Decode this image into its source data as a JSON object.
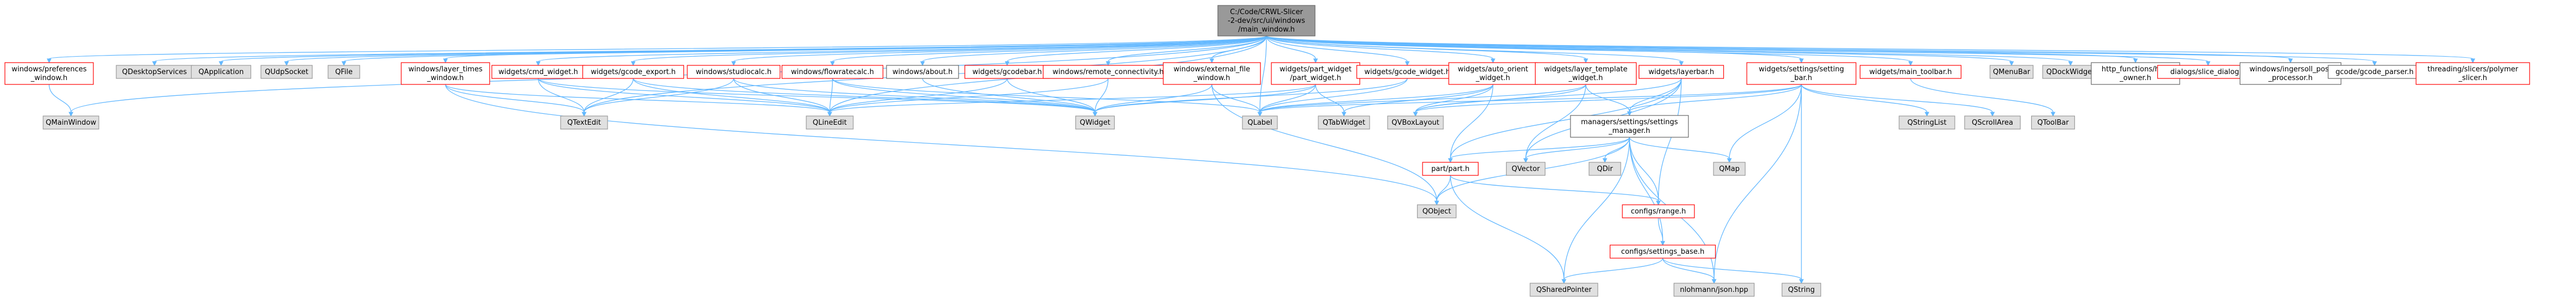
{
  "diagram": {
    "kind": "include-dependency-graph",
    "colors": {
      "edge": "#63b8ff",
      "root_fill": "#999999",
      "root_border": "#666666",
      "red_border": "#ff0000",
      "gray_fill": "#e0e0e0",
      "gray_border": "#999999",
      "white_fill": "#ffffff",
      "black_border": "#666666"
    },
    "nodes": [
      {
        "id": "root",
        "style": "root",
        "lines": [
          "C:/Code/CRWL-Slicer",
          "-2-dev/src/ui/windows",
          "/main_window.h"
        ]
      },
      {
        "id": "pref",
        "style": "red",
        "lines": [
          "windows/preferences",
          "_window.h"
        ]
      },
      {
        "id": "qmainwindow",
        "style": "gray",
        "lines": [
          "QMainWindow"
        ]
      },
      {
        "id": "qdesktop",
        "style": "gray",
        "lines": [
          "QDesktopServices"
        ]
      },
      {
        "id": "qapp",
        "style": "gray",
        "lines": [
          "QApplication"
        ]
      },
      {
        "id": "qudp",
        "style": "gray",
        "lines": [
          "QUdpSocket"
        ]
      },
      {
        "id": "qfile",
        "style": "gray",
        "lines": [
          "QFile"
        ]
      },
      {
        "id": "layertimes",
        "style": "red",
        "lines": [
          "windows/layer_times",
          "_window.h"
        ]
      },
      {
        "id": "cmdwidget",
        "style": "red",
        "lines": [
          "widgets/cmd_widget.h"
        ]
      },
      {
        "id": "gcodeexport",
        "style": "red",
        "lines": [
          "widgets/gcode_export.h"
        ]
      },
      {
        "id": "studiocalc",
        "style": "red",
        "lines": [
          "windows/studiocalc.h"
        ]
      },
      {
        "id": "flowratecalc",
        "style": "red",
        "lines": [
          "windows/flowratecalc.h"
        ]
      },
      {
        "id": "about",
        "style": "white",
        "lines": [
          "windows/about.h"
        ]
      },
      {
        "id": "gcodebar",
        "style": "red",
        "lines": [
          "widgets/gcodebar.h"
        ]
      },
      {
        "id": "remoteconn",
        "style": "red",
        "lines": [
          "windows/remote_connectivity.h"
        ]
      },
      {
        "id": "externalfile",
        "style": "red",
        "lines": [
          "windows/external_file",
          "_window.h"
        ]
      },
      {
        "id": "partwidget",
        "style": "red",
        "lines": [
          "widgets/part_widget",
          "/part_widget.h"
        ]
      },
      {
        "id": "gcodewidget",
        "style": "red",
        "lines": [
          "widgets/gcode_widget.h"
        ]
      },
      {
        "id": "autoorient",
        "style": "red",
        "lines": [
          "widgets/auto_orient",
          "_widget.h"
        ]
      },
      {
        "id": "layertemplate",
        "style": "red",
        "lines": [
          "widgets/layer_template",
          "_widget.h"
        ]
      },
      {
        "id": "layerbar",
        "style": "red",
        "lines": [
          "widgets/layerbar.h"
        ]
      },
      {
        "id": "settingsbar",
        "style": "red",
        "lines": [
          "widgets/settings/setting",
          "_bar.h"
        ]
      },
      {
        "id": "maintoolbar",
        "style": "red",
        "lines": [
          "widgets/main_toolbar.h"
        ]
      },
      {
        "id": "qmenubar",
        "style": "gray",
        "lines": [
          "QMenuBar"
        ]
      },
      {
        "id": "qdockwidget",
        "style": "gray",
        "lines": [
          "QDockWidget"
        ]
      },
      {
        "id": "httpowner",
        "style": "white",
        "lines": [
          "http_functions/http",
          "_owner.h"
        ]
      },
      {
        "id": "slicedialog",
        "style": "red",
        "lines": [
          "dialogs/slice_dialog.h"
        ]
      },
      {
        "id": "postproc",
        "style": "white",
        "lines": [
          "windows/ingersoll_post",
          "_processor.h"
        ]
      },
      {
        "id": "gcodeparser",
        "style": "white",
        "lines": [
          "gcode/gcode_parser.h"
        ]
      },
      {
        "id": "polymerslicer",
        "style": "red",
        "lines": [
          "threading/slicers/polymer",
          "_slicer.h"
        ]
      },
      {
        "id": "settingsmanager",
        "style": "white",
        "lines": [
          "managers/settings/settings",
          "_manager.h"
        ]
      },
      {
        "id": "qtextedit",
        "style": "gray",
        "lines": [
          "QTextEdit"
        ]
      },
      {
        "id": "qlineedit",
        "style": "gray",
        "lines": [
          "QLineEdit"
        ]
      },
      {
        "id": "qwidget",
        "style": "gray",
        "lines": [
          "QWidget"
        ]
      },
      {
        "id": "qlabel",
        "style": "gray",
        "lines": [
          "QLabel"
        ]
      },
      {
        "id": "qtabwidget",
        "style": "gray",
        "lines": [
          "QTabWidget"
        ]
      },
      {
        "id": "qvboxlayout",
        "style": "gray",
        "lines": [
          "QVBoxLayout"
        ]
      },
      {
        "id": "qstringlist",
        "style": "gray",
        "lines": [
          "QStringList"
        ]
      },
      {
        "id": "qscrollarea",
        "style": "gray",
        "lines": [
          "QScrollArea"
        ]
      },
      {
        "id": "qtoolbar",
        "style": "gray",
        "lines": [
          "QToolBar"
        ]
      },
      {
        "id": "qdir",
        "style": "gray",
        "lines": [
          "QDir"
        ]
      },
      {
        "id": "qmap",
        "style": "gray",
        "lines": [
          "QMap"
        ]
      },
      {
        "id": "parth",
        "style": "red",
        "lines": [
          "part/part.h"
        ]
      },
      {
        "id": "qvector",
        "style": "gray",
        "lines": [
          "QVector"
        ]
      },
      {
        "id": "qobject",
        "style": "gray",
        "lines": [
          "QObject"
        ]
      },
      {
        "id": "configrange",
        "style": "red",
        "lines": [
          "configs/range.h"
        ]
      },
      {
        "id": "settingsbase",
        "style": "red",
        "lines": [
          "configs/settings_base.h"
        ]
      },
      {
        "id": "qsharedpointer",
        "style": "gray",
        "lines": [
          "QSharedPointer"
        ]
      },
      {
        "id": "nlohmannjson",
        "style": "gray",
        "lines": [
          "nlohmann/json.hpp"
        ]
      },
      {
        "id": "qstring",
        "style": "gray",
        "lines": [
          "QString"
        ]
      }
    ],
    "edges": [
      [
        "root",
        "pref"
      ],
      [
        "root",
        "qmainwindow"
      ],
      [
        "root",
        "qdesktop"
      ],
      [
        "root",
        "qapp"
      ],
      [
        "root",
        "qudp"
      ],
      [
        "root",
        "qfile"
      ],
      [
        "root",
        "layertimes"
      ],
      [
        "root",
        "cmdwidget"
      ],
      [
        "root",
        "gcodeexport"
      ],
      [
        "root",
        "studiocalc"
      ],
      [
        "root",
        "flowratecalc"
      ],
      [
        "root",
        "about"
      ],
      [
        "root",
        "gcodebar"
      ],
      [
        "root",
        "remoteconn"
      ],
      [
        "root",
        "externalfile"
      ],
      [
        "root",
        "partwidget"
      ],
      [
        "root",
        "gcodewidget"
      ],
      [
        "root",
        "autoorient"
      ],
      [
        "root",
        "layertemplate"
      ],
      [
        "root",
        "layerbar"
      ],
      [
        "root",
        "settingsbar"
      ],
      [
        "root",
        "maintoolbar"
      ],
      [
        "root",
        "qmenubar"
      ],
      [
        "root",
        "qdockwidget"
      ],
      [
        "root",
        "httpowner"
      ],
      [
        "root",
        "slicedialog"
      ],
      [
        "root",
        "postproc"
      ],
      [
        "root",
        "gcodeparser"
      ],
      [
        "root",
        "polymerslicer"
      ],
      [
        "root",
        "qlabel"
      ],
      [
        "root",
        "qtextedit"
      ],
      [
        "root",
        "qlineedit"
      ],
      [
        "pref",
        "qmainwindow"
      ],
      [
        "layertimes",
        "qtextedit"
      ],
      [
        "layertimes",
        "qlineedit"
      ],
      [
        "layertimes",
        "qobject"
      ],
      [
        "cmdwidget",
        "qtextedit"
      ],
      [
        "cmdwidget",
        "qlineedit"
      ],
      [
        "cmdwidget",
        "qwidget"
      ],
      [
        "gcodeexport",
        "qtextedit"
      ],
      [
        "gcodeexport",
        "qlineedit"
      ],
      [
        "gcodeexport",
        "qwidget"
      ],
      [
        "studiocalc",
        "qtextedit"
      ],
      [
        "studiocalc",
        "qlineedit"
      ],
      [
        "studiocalc",
        "qwidget"
      ],
      [
        "flowratecalc",
        "qlineedit"
      ],
      [
        "flowratecalc",
        "qwidget"
      ],
      [
        "flowratecalc",
        "qlabel"
      ],
      [
        "about",
        "qwidget"
      ],
      [
        "gcodebar",
        "qlineedit"
      ],
      [
        "gcodebar",
        "qwidget"
      ],
      [
        "remoteconn",
        "qwidget"
      ],
      [
        "remoteconn",
        "qlineedit"
      ],
      [
        "externalfile",
        "qwidget"
      ],
      [
        "externalfile",
        "qlabel"
      ],
      [
        "externalfile",
        "qobject"
      ],
      [
        "partwidget",
        "qwidget"
      ],
      [
        "partwidget",
        "qlabel"
      ],
      [
        "partwidget",
        "qtabwidget"
      ],
      [
        "partwidget",
        "qlineedit"
      ],
      [
        "gcodewidget",
        "qwidget"
      ],
      [
        "gcodewidget",
        "qlabel"
      ],
      [
        "autoorient",
        "qlabel"
      ],
      [
        "autoorient",
        "qtabwidget"
      ],
      [
        "autoorient",
        "qvboxlayout"
      ],
      [
        "autoorient",
        "parth"
      ],
      [
        "layertemplate",
        "qlabel"
      ],
      [
        "layertemplate",
        "qvboxlayout"
      ],
      [
        "layertemplate",
        "settingsmanager"
      ],
      [
        "layertemplate",
        "qvector"
      ],
      [
        "layerbar",
        "qvboxlayout"
      ],
      [
        "layerbar",
        "parth"
      ],
      [
        "layerbar",
        "qvector"
      ],
      [
        "layerbar",
        "settingsmanager"
      ],
      [
        "layerbar",
        "configrange"
      ],
      [
        "settingsbar",
        "qlabel"
      ],
      [
        "settingsbar",
        "qvboxlayout"
      ],
      [
        "settingsbar",
        "qstringlist"
      ],
      [
        "settingsbar",
        "qscrollarea"
      ],
      [
        "settingsbar",
        "qmap"
      ],
      [
        "settingsbar",
        "settingsmanager"
      ],
      [
        "settingsbar",
        "nlohmannjson"
      ],
      [
        "settingsbar",
        "qstring"
      ],
      [
        "maintoolbar",
        "qtoolbar"
      ],
      [
        "settingsmanager",
        "qdir"
      ],
      [
        "settingsmanager",
        "qmap"
      ],
      [
        "settingsmanager",
        "qvector"
      ],
      [
        "settingsmanager",
        "qobject"
      ],
      [
        "settingsmanager",
        "parth"
      ],
      [
        "settingsmanager",
        "configrange"
      ],
      [
        "settingsmanager",
        "settingsbase"
      ],
      [
        "settingsmanager",
        "qsharedpointer"
      ],
      [
        "settingsmanager",
        "nlohmannjson"
      ],
      [
        "parth",
        "qobject"
      ],
      [
        "parth",
        "configrange"
      ],
      [
        "parth",
        "qsharedpointer"
      ],
      [
        "configrange",
        "settingsbase"
      ],
      [
        "settingsbase",
        "qsharedpointer"
      ],
      [
        "settingsbase",
        "nlohmannjson"
      ],
      [
        "settingsbase",
        "qstring"
      ]
    ]
  }
}
